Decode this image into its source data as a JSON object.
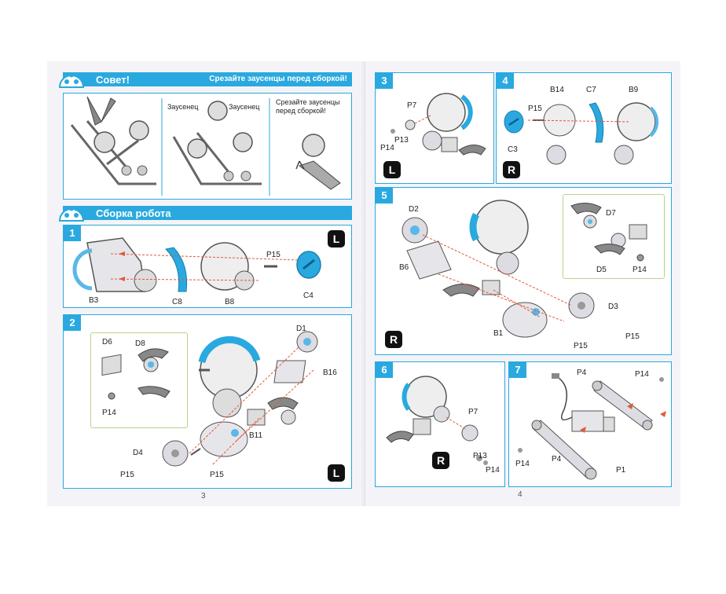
{
  "left_page": {
    "tip_banner": {
      "title": "Совет!",
      "subtitle": "Срезайте заусенцы перед сборкой!"
    },
    "tip_panel": {
      "burr_label_1": "Заусенец",
      "burr_label_2": "Заусенец",
      "trim_line_1": "Срезайте заусенцы",
      "trim_line_2": "перед сборкой!"
    },
    "assembly_banner": {
      "title": "Сборка робота"
    },
    "step1": {
      "number": "1",
      "side": "L",
      "parts": [
        "B3",
        "C8",
        "B8",
        "P15",
        "C4"
      ]
    },
    "step2": {
      "number": "2",
      "side": "L",
      "inset_parts": [
        "D6",
        "D8",
        "P14"
      ],
      "parts": [
        "D1",
        "B16",
        "B11",
        "D4",
        "P15",
        "P15"
      ]
    },
    "page_number": "3"
  },
  "right_page": {
    "step3": {
      "number": "3",
      "side": "L",
      "parts": [
        "P7",
        "P14",
        "P13"
      ]
    },
    "step4": {
      "number": "4",
      "side": "R",
      "parts": [
        "B14",
        "C7",
        "B9",
        "P15",
        "C3"
      ]
    },
    "step5": {
      "number": "5",
      "side": "R",
      "parts": [
        "D2",
        "B6",
        "B1",
        "D3",
        "P15",
        "P15"
      ],
      "inset_parts": [
        "D7",
        "D5",
        "P14"
      ]
    },
    "step6": {
      "number": "6",
      "side": "R",
      "parts": [
        "P7",
        "P13",
        "P14"
      ]
    },
    "step7": {
      "number": "7",
      "parts": [
        "P4",
        "P14",
        "P14",
        "P4",
        "P1"
      ]
    },
    "page_number": "4"
  },
  "colors": {
    "accent": "#29a9df",
    "inset_border": "#b5d48a",
    "arrow": "#e05a3a"
  }
}
